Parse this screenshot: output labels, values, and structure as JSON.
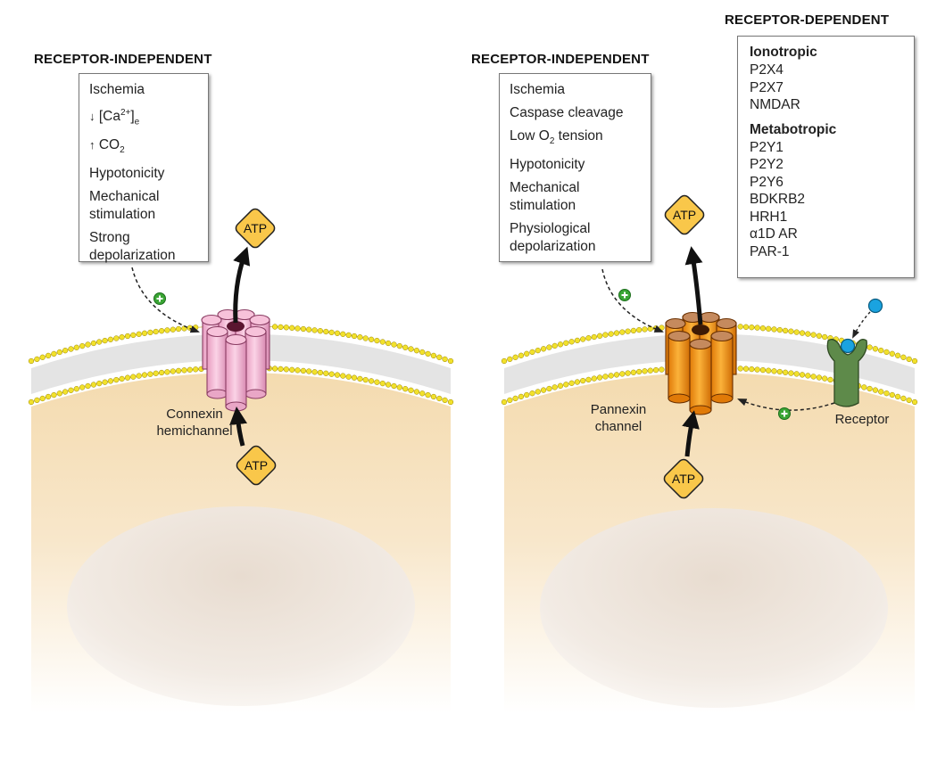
{
  "left_panel": {
    "heading": "RECEPTOR-INDEPENDENT",
    "factors": {
      "ischemia": "Ischemia",
      "ca_arrow": "↓",
      "ca_base": "[Ca",
      "ca_sup": "2+",
      "ca_close": "]",
      "ca_sub": "e",
      "co2_arrow": "↑",
      "co2_base": "CO",
      "co2_sub": "2",
      "hypotonicity": "Hypotonicity",
      "mech_1": "Mechanical",
      "mech_2": "stimulation",
      "depol_1": "Strong",
      "depol_2": "depolarization"
    },
    "channel_label_1": "Connexin",
    "channel_label_2": "hemichannel",
    "atp_out": "ATP",
    "atp_in": "ATP",
    "plus": "+"
  },
  "right_panel": {
    "heading": "RECEPTOR-INDEPENDENT",
    "factors": {
      "ischemia": "Ischemia",
      "caspase": "Caspase cleavage",
      "o2_pre": "Low O",
      "o2_sub": "2",
      "o2_post": " tension",
      "hypotonicity": "Hypotonicity",
      "mech_1": "Mechanical",
      "mech_2": "stimulation",
      "phys_1": "Physiological",
      "phys_2": "depolarization"
    },
    "receptor_heading": "RECEPTOR-DEPENDENT",
    "ionotropic_title": "Ionotropic",
    "ionotropic": [
      "P2X4",
      "P2X7",
      "NMDAR"
    ],
    "metabotropic_title": "Metabotropic",
    "metabotropic": [
      "P2Y1",
      "P2Y2",
      "P2Y6",
      "BDKRB2",
      "HRH1",
      "α1D AR",
      "PAR-1"
    ],
    "channel_label_1": "Pannexin",
    "channel_label_2": "channel",
    "receptor_label": "Receptor",
    "atp_out": "ATP",
    "atp_in": "ATP",
    "plus": "+"
  },
  "colors": {
    "cytoplasm": "#f4dcb0",
    "membrane_bead": "#f2e12c",
    "connexin": "#f4b8d4",
    "pannexin": "#f59a1e",
    "atp_fill": "#f9c74a",
    "receptor": "#5e8a4a",
    "ligand": "#1aa3e0",
    "plus_fill": "#3aa534"
  }
}
